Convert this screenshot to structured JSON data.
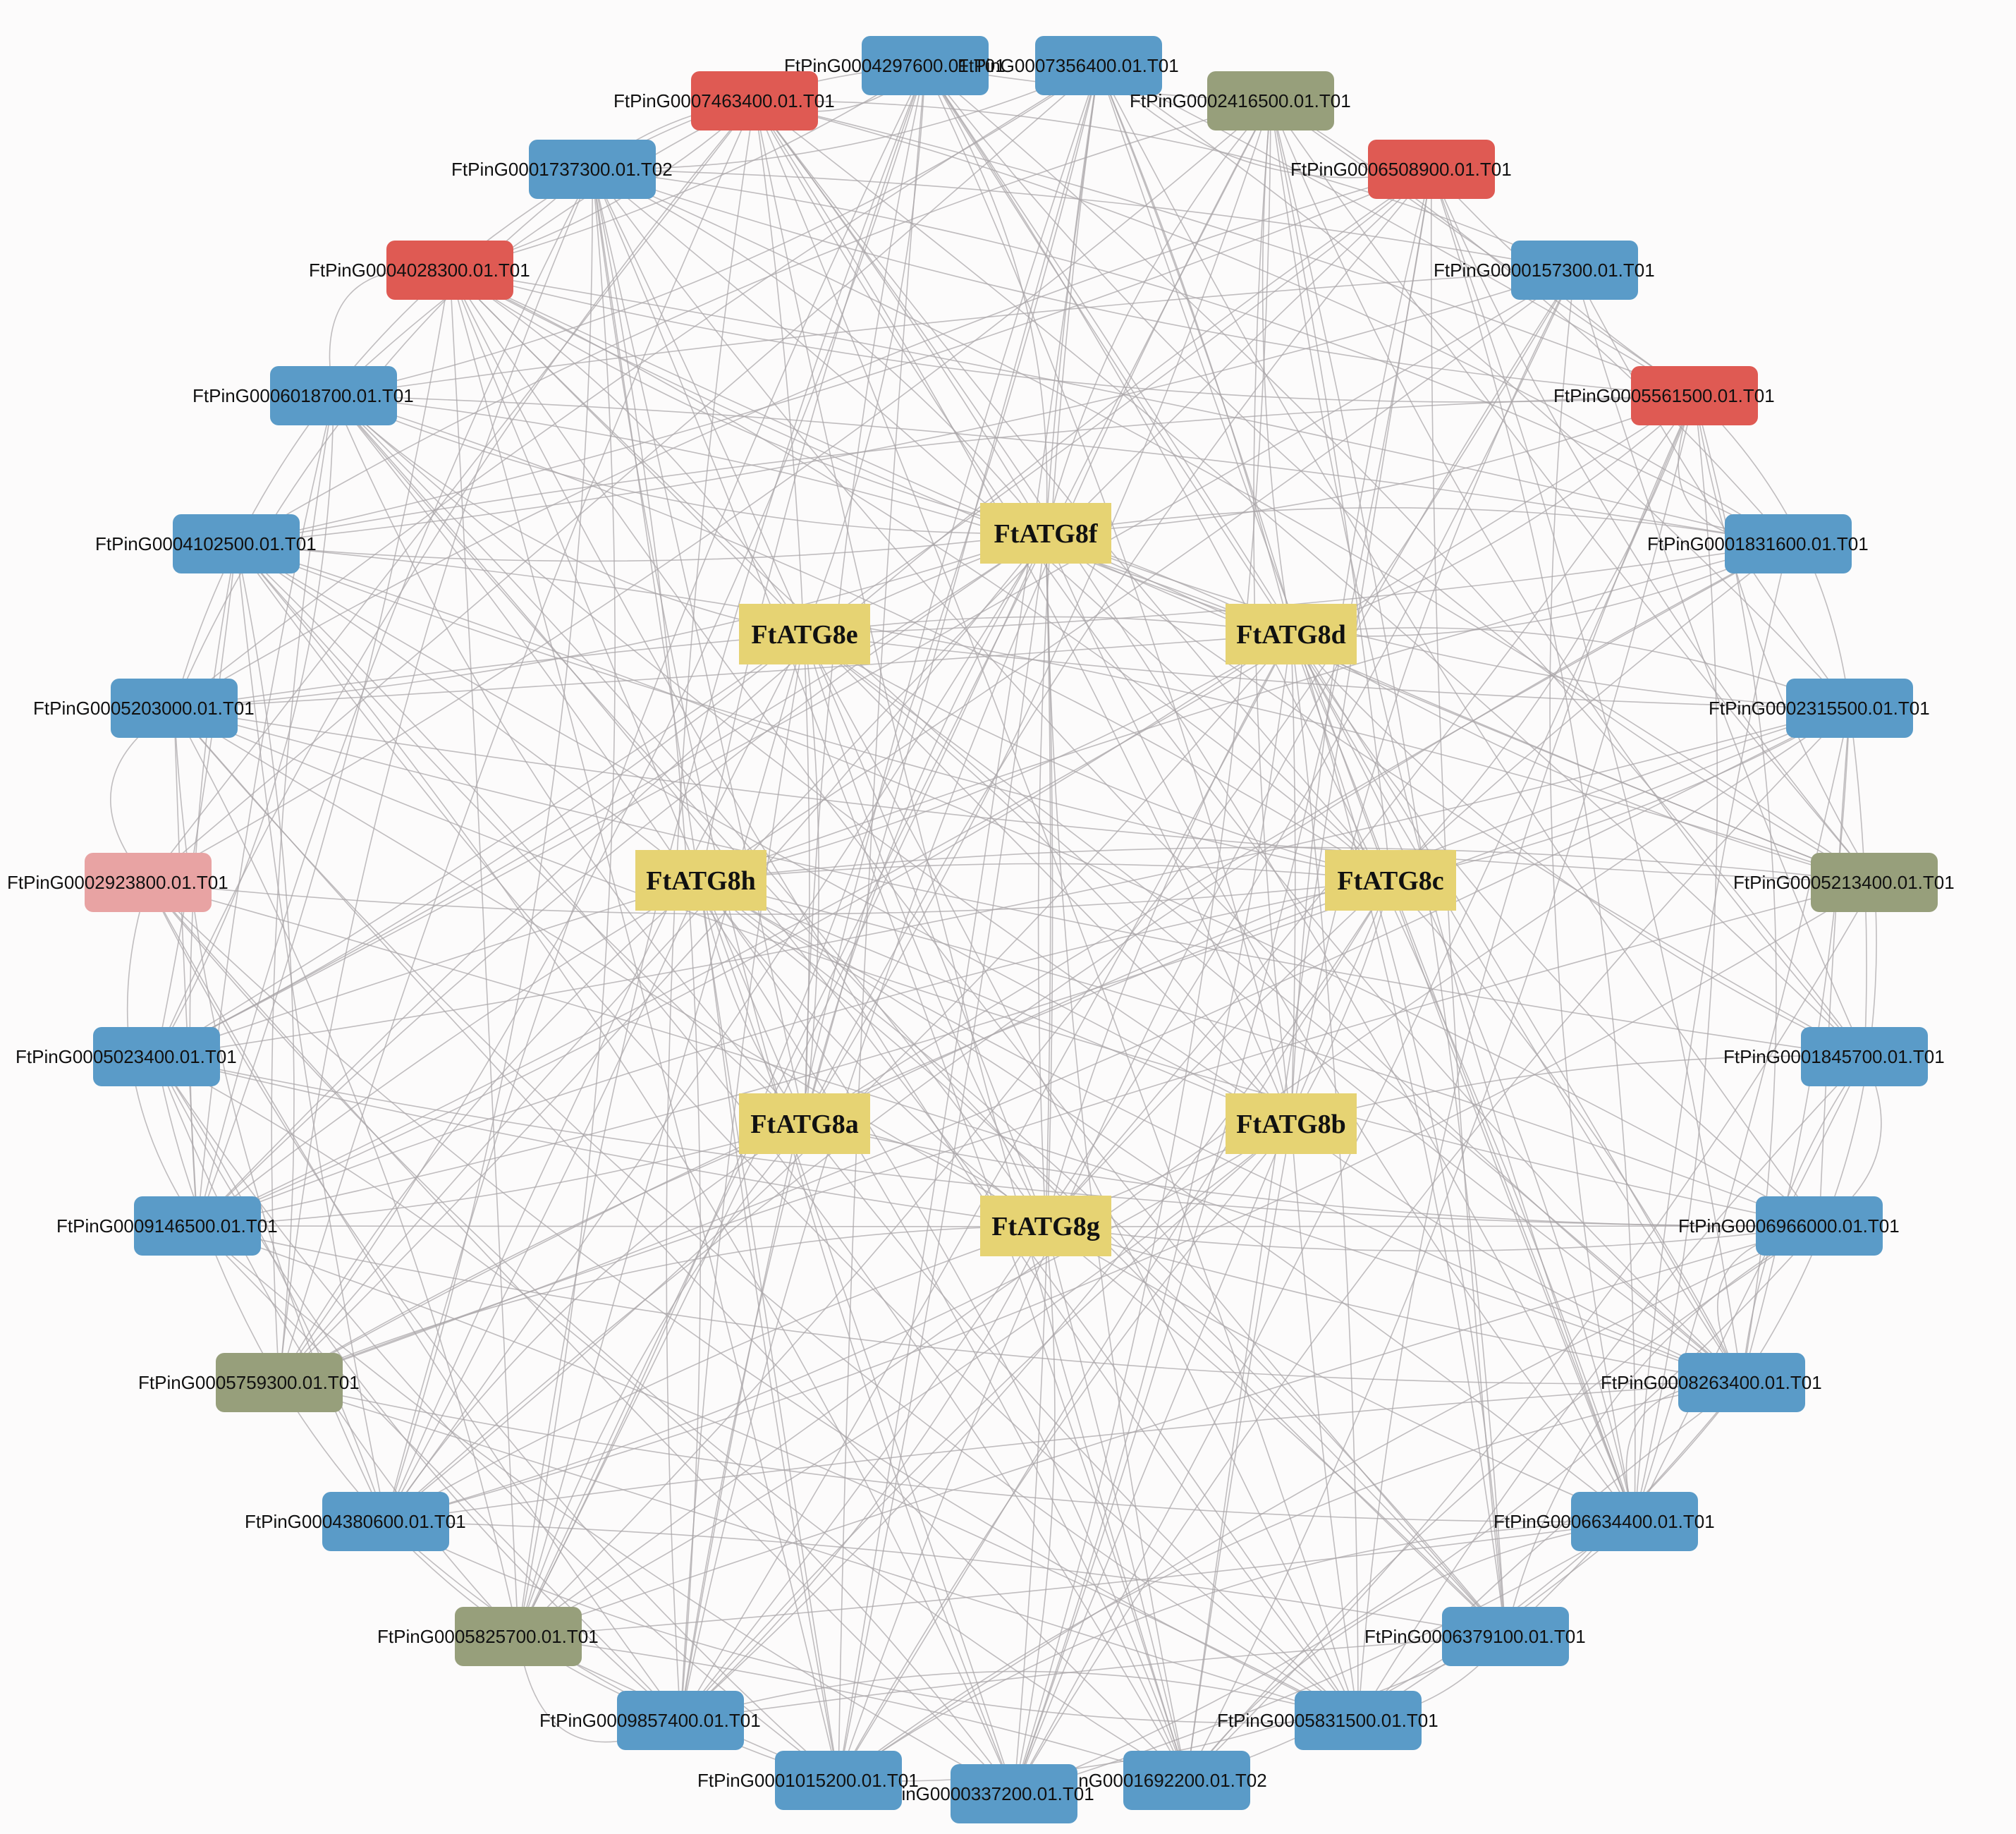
{
  "colors": {
    "blue": "#5a9bc8",
    "red": "#df5a53",
    "pink": "#e8a3a3",
    "olive": "#979f7b",
    "hub": "#e6d373",
    "edge": "#a9a5a8"
  },
  "hubs": [
    {
      "id": "FtATG8f",
      "label": "FtATG8f"
    },
    {
      "id": "FtATG8e",
      "label": "FtATG8e"
    },
    {
      "id": "FtATG8d",
      "label": "FtATG8d"
    },
    {
      "id": "FtATG8h",
      "label": "FtATG8h"
    },
    {
      "id": "FtATG8c",
      "label": "FtATG8c"
    },
    {
      "id": "FtATG8a",
      "label": "FtATG8a"
    },
    {
      "id": "FtATG8b",
      "label": "FtATG8b"
    },
    {
      "id": "FtATG8g",
      "label": "FtATG8g"
    }
  ],
  "genes": [
    {
      "id": "g1",
      "label": "FtPinG0004297600.01.T01",
      "color": "blue"
    },
    {
      "id": "g2",
      "label": "FtPinG0007356400.01.T01",
      "color": "blue"
    },
    {
      "id": "g3",
      "label": "FtPinG0002416500.01.T01",
      "color": "olive"
    },
    {
      "id": "g4",
      "label": "FtPinG0006508900.01.T01",
      "color": "red"
    },
    {
      "id": "g5",
      "label": "FtPinG0000157300.01.T01",
      "color": "blue"
    },
    {
      "id": "g6",
      "label": "FtPinG0005561500.01.T01",
      "color": "red"
    },
    {
      "id": "g7",
      "label": "FtPinG0001831600.01.T01",
      "color": "blue"
    },
    {
      "id": "g8",
      "label": "FtPinG0002315500.01.T01",
      "color": "blue"
    },
    {
      "id": "g9",
      "label": "FtPinG0005213400.01.T01",
      "color": "olive"
    },
    {
      "id": "g10",
      "label": "FtPinG0001845700.01.T01",
      "color": "blue"
    },
    {
      "id": "g11",
      "label": "FtPinG0006966000.01.T01",
      "color": "blue"
    },
    {
      "id": "g12",
      "label": "FtPinG0008263400.01.T01",
      "color": "blue"
    },
    {
      "id": "g13",
      "label": "FtPinG0006634400.01.T01",
      "color": "blue"
    },
    {
      "id": "g14",
      "label": "FtPinG0006379100.01.T01",
      "color": "blue"
    },
    {
      "id": "g15",
      "label": "FtPinG0005831500.01.T01",
      "color": "blue"
    },
    {
      "id": "g16",
      "label": "FtPinG0001692200.01.T02",
      "color": "blue"
    },
    {
      "id": "g17",
      "label": "FtPinG0000337200.01.T01",
      "color": "blue"
    },
    {
      "id": "g18",
      "label": "FtPinG0001015200.01.T01",
      "color": "blue"
    },
    {
      "id": "g19",
      "label": "FtPinG0009857400.01.T01",
      "color": "blue"
    },
    {
      "id": "g20",
      "label": "FtPinG0005825700.01.T01",
      "color": "olive"
    },
    {
      "id": "g21",
      "label": "FtPinG0004380600.01.T01",
      "color": "blue"
    },
    {
      "id": "g22",
      "label": "FtPinG0005759300.01.T01",
      "color": "olive"
    },
    {
      "id": "g23",
      "label": "FtPinG0009146500.01.T01",
      "color": "blue"
    },
    {
      "id": "g24",
      "label": "FtPinG0005023400.01.T01",
      "color": "blue"
    },
    {
      "id": "g25",
      "label": "FtPinG0002923800.01.T01",
      "color": "pink"
    },
    {
      "id": "g26",
      "label": "FtPinG0005203000.01.T01",
      "color": "blue"
    },
    {
      "id": "g27",
      "label": "FtPinG0004102500.01.T01",
      "color": "blue"
    },
    {
      "id": "g28",
      "label": "FtPinG0006018700.01.T01",
      "color": "blue"
    },
    {
      "id": "g29",
      "label": "FtPinG0004028300.01.T01",
      "color": "red"
    },
    {
      "id": "g30",
      "label": "FtPinG0001737300.01.T02",
      "color": "blue"
    },
    {
      "id": "g31",
      "label": "FtPinG0007463400.01.T01",
      "color": "red"
    }
  ]
}
